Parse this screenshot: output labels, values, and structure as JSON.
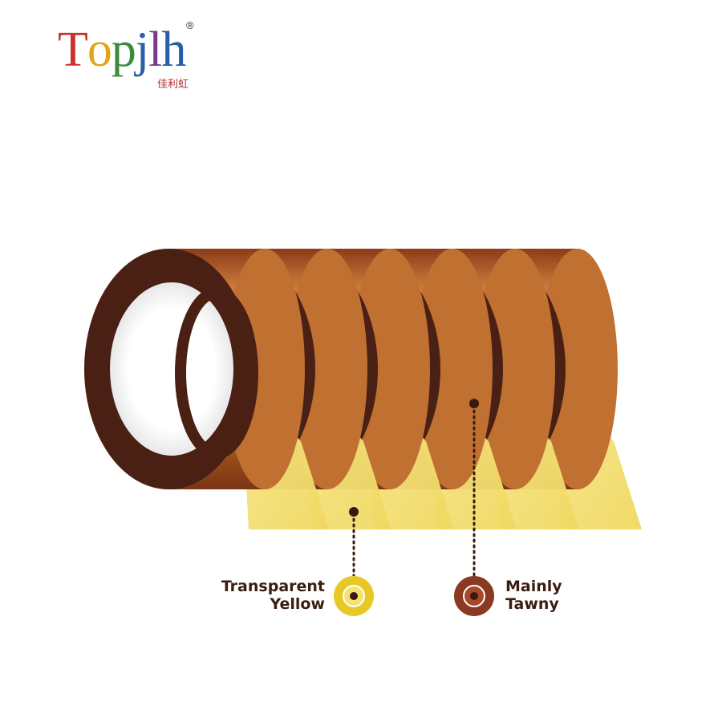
{
  "logo": {
    "letters": [
      {
        "char": "T",
        "color": "#c8332c"
      },
      {
        "char": "o",
        "color": "#e3a41a"
      },
      {
        "char": "p",
        "color": "#3a8c3a"
      },
      {
        "char": "j",
        "color": "#2a5ea8"
      },
      {
        "char": "l",
        "color": "#7a3c8c"
      },
      {
        "char": "h",
        "color": "#2a5ea8"
      }
    ],
    "registered_mark": "®",
    "chinese_text": "佳利虹"
  },
  "labels": {
    "left_line1": "Transparent",
    "left_line2": "Yellow",
    "right_line1": "Mainly",
    "right_line2": "Tawny"
  },
  "colors": {
    "tape_amber": "#b86a2c",
    "tape_dark": "#4a2015",
    "tape_yellow": "#f4e27a",
    "indicator_yellow": "#e8c826",
    "indicator_tawny": "#8a3a20",
    "dot_dark": "#3a1a10"
  },
  "roll_count": 6
}
